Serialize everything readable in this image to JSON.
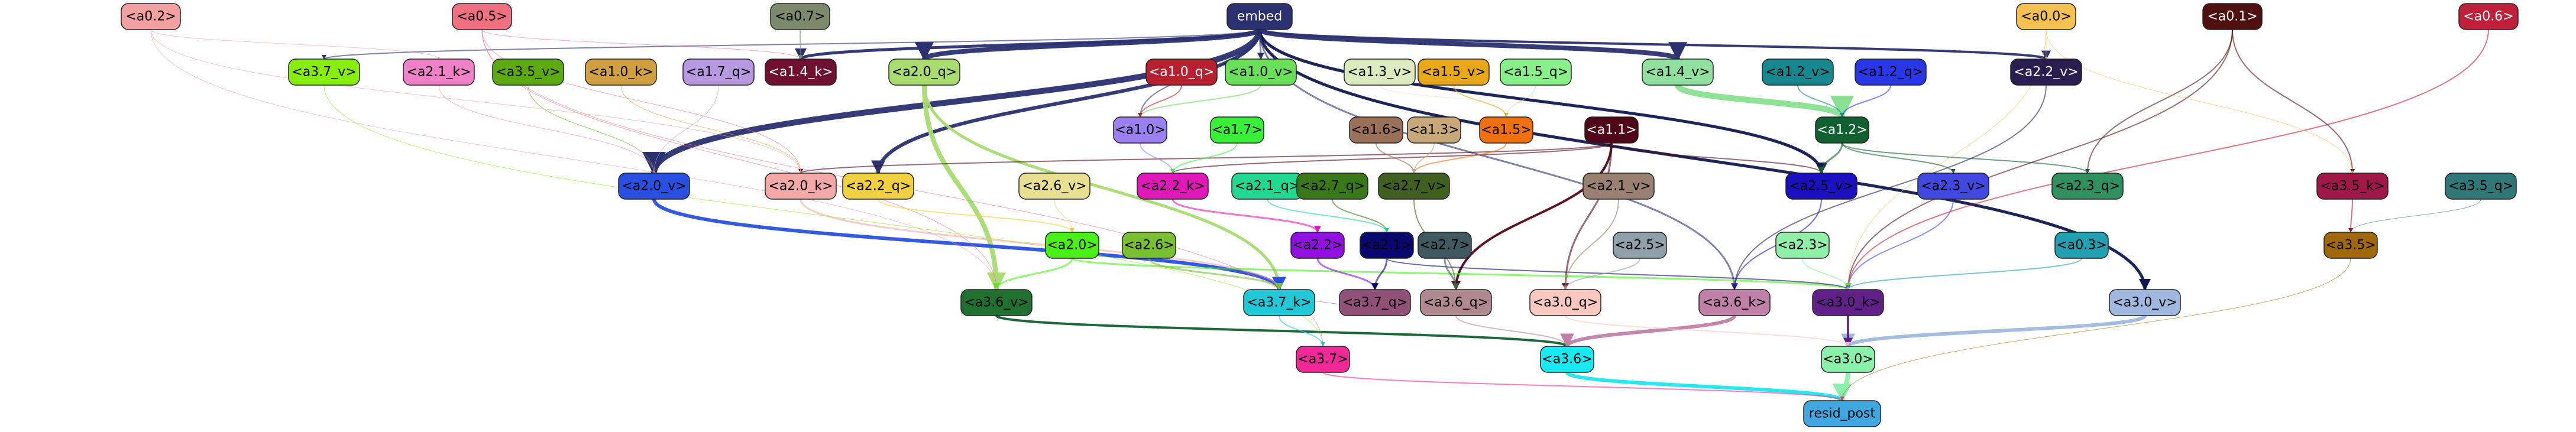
{
  "graph": {
    "nodes": [
      {
        "id": "embed",
        "label": "embed",
        "color": "#2a3070",
        "text": "#ffffff"
      },
      {
        "id": "a0.2",
        "label": "<a0.2>",
        "color": "#f4a0a0",
        "text": "#000000"
      },
      {
        "id": "a0.5",
        "label": "<a0.5>",
        "color": "#f07080",
        "text": "#000000"
      },
      {
        "id": "a0.7",
        "label": "<a0.7>",
        "color": "#7a8a6a",
        "text": "#000000"
      },
      {
        "id": "a0.0",
        "label": "<a0.0>",
        "color": "#f4c050",
        "text": "#000000"
      },
      {
        "id": "a0.1",
        "label": "<a0.1>",
        "color": "#501010",
        "text": "#ffffff"
      },
      {
        "id": "a0.6",
        "label": "<a0.6>",
        "color": "#c0203a",
        "text": "#ffffff"
      },
      {
        "id": "a3.7_v",
        "label": "<a3.7_v>",
        "color": "#88ee10",
        "text": "#000000"
      },
      {
        "id": "a2.1_k",
        "label": "<a2.1_k>",
        "color": "#f080c8",
        "text": "#000000"
      },
      {
        "id": "a3.5_v",
        "label": "<a3.5_v>",
        "color": "#5aaa10",
        "text": "#000000"
      },
      {
        "id": "a1.0_k",
        "label": "<a1.0_k>",
        "color": "#d0a040",
        "text": "#000000"
      },
      {
        "id": "a1.7_q",
        "label": "<a1.7_q>",
        "color": "#b898e0",
        "text": "#000000"
      },
      {
        "id": "a1.4_k",
        "label": "<a1.4_k>",
        "color": "#701030",
        "text": "#ffffff"
      },
      {
        "id": "a2.0_q",
        "label": "<a2.0_q>",
        "color": "#a8dc70",
        "text": "#000000"
      },
      {
        "id": "a1.0_q",
        "label": "<a1.0_q>",
        "color": "#b82030",
        "text": "#ffffff"
      },
      {
        "id": "a1.0_v",
        "label": "<a1.0_v>",
        "color": "#68e058",
        "text": "#000000"
      },
      {
        "id": "a1.3_v",
        "label": "<a1.3_v>",
        "color": "#dceac0",
        "text": "#000000"
      },
      {
        "id": "a1.5_v",
        "label": "<a1.5_v>",
        "color": "#e8a818",
        "text": "#000000"
      },
      {
        "id": "a1.5_q",
        "label": "<a1.5_q>",
        "color": "#88f088",
        "text": "#000000"
      },
      {
        "id": "a1.4_v",
        "label": "<a1.4_v>",
        "color": "#90e0a0",
        "text": "#000000"
      },
      {
        "id": "a1.2_v",
        "label": "<a1.2_v>",
        "color": "#188890",
        "text": "#000000"
      },
      {
        "id": "a1.2_q",
        "label": "<a1.2_q>",
        "color": "#2838e8",
        "text": "#000000"
      },
      {
        "id": "a2.2_v",
        "label": "<a2.2_v>",
        "color": "#281e50",
        "text": "#ffffff"
      },
      {
        "id": "a1.0",
        "label": "<a1.0>",
        "color": "#9a80f0",
        "text": "#000000"
      },
      {
        "id": "a1.7",
        "label": "<a1.7>",
        "color": "#38f038",
        "text": "#000000"
      },
      {
        "id": "a1.6",
        "label": "<a1.6>",
        "color": "#9a7058",
        "text": "#000000"
      },
      {
        "id": "a1.3",
        "label": "<a1.3>",
        "color": "#c8a878",
        "text": "#000000"
      },
      {
        "id": "a1.5",
        "label": "<a1.5>",
        "color": "#f07010",
        "text": "#000000"
      },
      {
        "id": "a1.1",
        "label": "<a1.1>",
        "color": "#500818",
        "text": "#ffffff"
      },
      {
        "id": "a1.2",
        "label": "<a1.2>",
        "color": "#106030",
        "text": "#ffffff"
      },
      {
        "id": "a2.0_v",
        "label": "<a2.0_v>",
        "color": "#2850e0",
        "text": "#000000"
      },
      {
        "id": "a2.0_k",
        "label": "<a2.0_k>",
        "color": "#f4a8a8",
        "text": "#000000"
      },
      {
        "id": "a2.2_q",
        "label": "<a2.2_q>",
        "color": "#f0d040",
        "text": "#000000"
      },
      {
        "id": "a2.6_v",
        "label": "<a2.6_v>",
        "color": "#e8e090",
        "text": "#000000"
      },
      {
        "id": "a2.2_k",
        "label": "<a2.2_k>",
        "color": "#e018b8",
        "text": "#000000"
      },
      {
        "id": "a2.1_q",
        "label": "<a2.1_q>",
        "color": "#20d890",
        "text": "#000000"
      },
      {
        "id": "a2.7_q",
        "label": "<a2.7_q>",
        "color": "#387818",
        "text": "#000000"
      },
      {
        "id": "a2.7_v",
        "label": "<a2.7_v>",
        "color": "#406020",
        "text": "#000000"
      },
      {
        "id": "a2.1_v",
        "label": "<a2.1_v>",
        "color": "#9a8070",
        "text": "#000000"
      },
      {
        "id": "a2.5_v",
        "label": "<a2.5_v>",
        "color": "#1a10c0",
        "text": "#000000"
      },
      {
        "id": "a2.3_v",
        "label": "<a2.3_v>",
        "color": "#4048e0",
        "text": "#000000"
      },
      {
        "id": "a2.3_q",
        "label": "<a2.3_q>",
        "color": "#309060",
        "text": "#000000"
      },
      {
        "id": "a3.5_k",
        "label": "<a3.5_k>",
        "color": "#a01848",
        "text": "#000000"
      },
      {
        "id": "a3.5_q",
        "label": "<a3.5_q>",
        "color": "#307878",
        "text": "#000000"
      },
      {
        "id": "a2.0",
        "label": "<a2.0>",
        "color": "#48f018",
        "text": "#000000"
      },
      {
        "id": "a2.6",
        "label": "<a2.6>",
        "color": "#78c030",
        "text": "#000000"
      },
      {
        "id": "a2.2",
        "label": "<a2.2>",
        "color": "#9010e0",
        "text": "#000000"
      },
      {
        "id": "a2.1",
        "label": "<a2.1>",
        "color": "#0a0870",
        "text": "#000000"
      },
      {
        "id": "a2.7",
        "label": "<a2.7>",
        "color": "#405860",
        "text": "#000000"
      },
      {
        "id": "a2.5",
        "label": "<a2.5>",
        "color": "#90a0a8",
        "text": "#000000"
      },
      {
        "id": "a2.3",
        "label": "<a2.3>",
        "color": "#90f0a8",
        "text": "#000000"
      },
      {
        "id": "a0.3",
        "label": "<a0.3>",
        "color": "#20a0b0",
        "text": "#000000"
      },
      {
        "id": "a3.5",
        "label": "<a3.5>",
        "color": "#a06808",
        "text": "#000000"
      },
      {
        "id": "a3.6_v",
        "label": "<a3.6_v>",
        "color": "#207030",
        "text": "#000000"
      },
      {
        "id": "a3.7_k",
        "label": "<a3.7_k>",
        "color": "#20c8d8",
        "text": "#000000"
      },
      {
        "id": "a3.7_q",
        "label": "<a3.7_q>",
        "color": "#905078",
        "text": "#000000"
      },
      {
        "id": "a3.6_q",
        "label": "<a3.6_q>",
        "color": "#b08890",
        "text": "#000000"
      },
      {
        "id": "a3.0_q",
        "label": "<a3.0_q>",
        "color": "#f8c8c0",
        "text": "#000000"
      },
      {
        "id": "a3.6_k",
        "label": "<a3.6_k>",
        "color": "#c080a8",
        "text": "#000000"
      },
      {
        "id": "a3.0_k",
        "label": "<a3.0_k>",
        "color": "#602088",
        "text": "#000000"
      },
      {
        "id": "a3.0_v",
        "label": "<a3.0_v>",
        "color": "#a0b8e0",
        "text": "#000000"
      },
      {
        "id": "a3.7",
        "label": "<a3.7>",
        "color": "#f02898",
        "text": "#000000"
      },
      {
        "id": "a3.6",
        "label": "<a3.6>",
        "color": "#18e8f0",
        "text": "#000000"
      },
      {
        "id": "a3.0",
        "label": "<a3.0>",
        "color": "#88f0a8",
        "text": "#000000"
      },
      {
        "id": "resid_post",
        "label": "resid_post",
        "color": "#40a8e0",
        "text": "#000000"
      }
    ]
  }
}
